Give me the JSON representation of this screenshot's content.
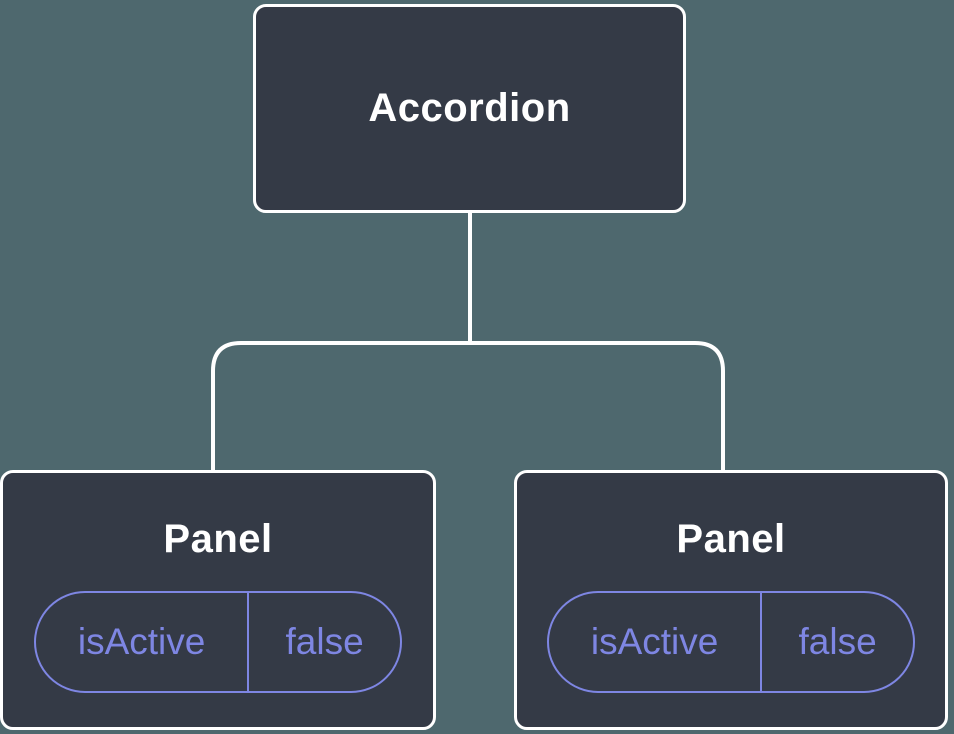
{
  "diagram": {
    "root": {
      "label": "Accordion"
    },
    "panels": [
      {
        "label": "Panel",
        "state": {
          "key": "isActive",
          "value": "false"
        }
      },
      {
        "label": "Panel",
        "state": {
          "key": "isActive",
          "value": "false"
        }
      }
    ]
  },
  "colors": {
    "background": "#4e686e",
    "node_fill": "#343a46",
    "node_border": "#ffffff",
    "connector": "#ffffff",
    "state_accent": "#7e86e3",
    "title_text": "#ffffff"
  }
}
